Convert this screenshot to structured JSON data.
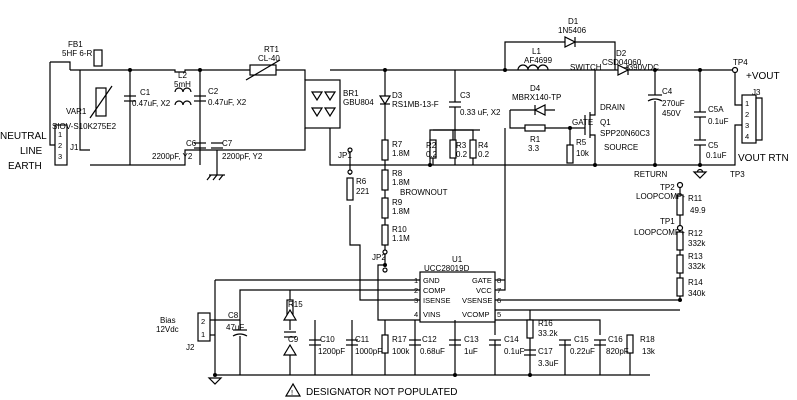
{
  "connectors": {
    "fb1": [
      "FB1",
      "5HF 6-R"
    ],
    "j1": "J1",
    "j2": "J2",
    "j3": "J3",
    "neutral": "NEUTRAL",
    "line": "LINE",
    "earth": "EARTH",
    "bias": [
      "Bias",
      "12Vdc"
    ],
    "vout_plus": "+VOUT",
    "vout_rtn": "VOUT RTN",
    "tp1": "TP1",
    "tp2": "TP2",
    "tp3": "TP3",
    "tp4": "TP4",
    "jp1": "JP1",
    "jp2": "JP2",
    "pins12": [
      "1",
      "2"
    ],
    "pins123": [
      "1",
      "2",
      "3"
    ],
    "pins1234": [
      "1",
      "2",
      "3",
      "4"
    ],
    "rail": "+390VDC",
    "return": "RETURN",
    "loopcomp_minus": "LOOPCOMP-",
    "loopcomp_plus": "LOOPCOMP+",
    "brownout": "BROWNOUT",
    "switch": "SWITCH",
    "drain": "DRAIN",
    "gate": "GATE",
    "source": "SOURCE"
  },
  "components": {
    "var1": [
      "VAR1",
      "SIOV-S10K275E2"
    ],
    "rt1": [
      "RT1",
      "CL-40"
    ],
    "l2": [
      "L2",
      "5mH"
    ],
    "c1": [
      "C1",
      "0.47uF, X2"
    ],
    "c2": [
      "C2",
      "0.47uF, X2"
    ],
    "c6": [
      "C6",
      "2200pF, Y2"
    ],
    "c7": [
      "C7",
      "2200pF, Y2"
    ],
    "br1": [
      "BR1",
      "GBU804"
    ],
    "d1": [
      "D1",
      "1N5406"
    ],
    "l1": [
      "L1",
      "AF4699"
    ],
    "d2": [
      "D2",
      "CSD04060"
    ],
    "d3": [
      "D3",
      "RS1MB-13-F"
    ],
    "c3": [
      "C3",
      "0.33 uF, X2"
    ],
    "d4": [
      "D4",
      "MBRX140-TP"
    ],
    "q1": [
      "Q1",
      "SPP20N60C3"
    ],
    "c4": [
      "C4",
      "270uF",
      "450V"
    ],
    "c5a": [
      "C5A",
      "0.1uF"
    ],
    "c5": [
      "C5",
      "0.1uF"
    ],
    "r1": [
      "R1",
      "3.3"
    ],
    "r2": [
      "R2",
      "0.2"
    ],
    "r3": [
      "R3",
      "0.2"
    ],
    "r4": [
      "R4",
      "0.2"
    ],
    "r5": [
      "R5",
      "10k"
    ],
    "r6": [
      "R6",
      "221"
    ],
    "r7": [
      "R7",
      "1.8M"
    ],
    "r8": [
      "R8",
      "1.8M"
    ],
    "r9": [
      "R9",
      "1.8M"
    ],
    "r10": [
      "R10",
      "1.1M"
    ],
    "r11": [
      "R11",
      "49.9"
    ],
    "r12": [
      "R12",
      "332k"
    ],
    "r13": [
      "R13",
      "332k"
    ],
    "r14": [
      "R14",
      "340k"
    ],
    "r15": "R15",
    "r16": [
      "R16",
      "33.2k"
    ],
    "r17": [
      "R17",
      "100k"
    ],
    "r18": [
      "R18",
      "13k"
    ],
    "c8": [
      "C8",
      "47uF"
    ],
    "c9": "C9",
    "c10": [
      "C10",
      "1200pF"
    ],
    "c11": [
      "C11",
      "1000pF"
    ],
    "c12": [
      "C12",
      "0.68uF"
    ],
    "c13": [
      "C13",
      "1uF"
    ],
    "c14": [
      "C14",
      "0.1uF"
    ],
    "c15": [
      "C15",
      "0.22uF"
    ],
    "c16": [
      "C16",
      "820pF"
    ],
    "c17": [
      "C17",
      "3.3uF"
    ]
  },
  "ic": {
    "designator": "U1",
    "part": "UCC28019D",
    "left_pins": [
      {
        "num": "1",
        "name": "GND"
      },
      {
        "num": "2",
        "name": "COMP"
      },
      {
        "num": "3",
        "name": "ISENSE"
      },
      {
        "num": "4",
        "name": "VINS"
      }
    ],
    "right_pins": [
      {
        "num": "8",
        "name": "GATE"
      },
      {
        "num": "7",
        "name": "VCC"
      },
      {
        "num": "6",
        "name": "VSENSE"
      },
      {
        "num": "5",
        "name": "VCOMP"
      }
    ]
  },
  "note": {
    "symbol": "!",
    "text": "DESIGNATOR NOT POPULATED"
  }
}
